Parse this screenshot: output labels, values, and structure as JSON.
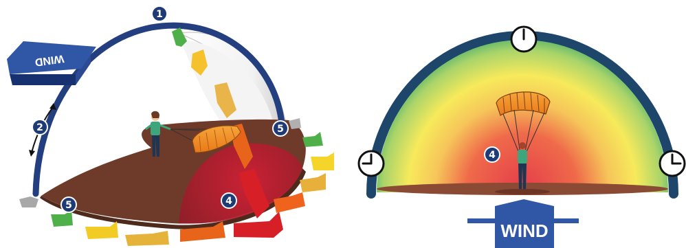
{
  "left_diagram": {
    "wind_label": "WIND",
    "zone_badges": {
      "zenith": "1",
      "edge_range": "2",
      "power_zone": "4",
      "window_edge_left": "5",
      "window_edge_right": "5"
    }
  },
  "right_diagram": {
    "wind_label": "WIND",
    "zone_badges": {
      "power_zone": "4"
    }
  },
  "colors": {
    "arc": "#233f7f",
    "badge": "#1f3b75",
    "ground": "#6e3b2a",
    "power_red": "#e53d4a",
    "yellow": "#f7ea5b",
    "green": "#4fb04a",
    "canopy": "#f08b1f"
  }
}
